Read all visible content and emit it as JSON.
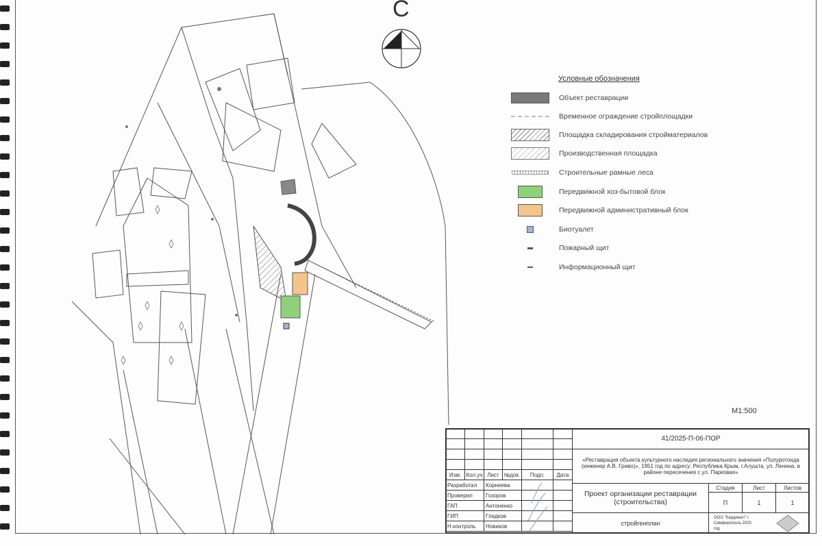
{
  "north_label": "С",
  "scale": "М1:500",
  "legend": {
    "title": "Условные обозначения",
    "items": [
      {
        "label": "Объект реставрации",
        "symbol": "dark-fill",
        "color": "#7a7a7e"
      },
      {
        "label": "Временное ограждение стройплощадки",
        "symbol": "dashed-line",
        "color": "#bbbbbb"
      },
      {
        "label": "Площадка складирования стройматериалов",
        "symbol": "hatch",
        "color": "#888888"
      },
      {
        "label": "Производственная площадка",
        "symbol": "light-hatch",
        "color": "#bbbbbb"
      },
      {
        "label": "Строительные рамные леса",
        "symbol": "scaffold-line",
        "color": "#999999"
      },
      {
        "label": "Передвижной хоз-бытовой блок",
        "symbol": "fill",
        "color": "#8fd07a"
      },
      {
        "label": "Передвижной административный блок",
        "symbol": "fill",
        "color": "#f3c58a"
      },
      {
        "label": "Биотуалет",
        "symbol": "small-square",
        "color": "#9db8d0"
      },
      {
        "label": "Пожарный щит",
        "symbol": "bar-thick",
        "color": "#555555"
      },
      {
        "label": "Информационный щит",
        "symbol": "bar-thin",
        "color": "#555555"
      }
    ]
  },
  "title_block": {
    "code": "41/2025-П-06-ПОР",
    "object_title": "«Реставрация объекта культурного наследия регионального значения «Полуротонда (инженер А.В. Гриво)», 1951 год по адресу: Республика Крым, г.Алушта, ул. Ленина, в районе пересечения с ул. Парковая»",
    "headers": [
      "Изм.",
      "Кол.уч",
      "Лист",
      "№док.",
      "Подп.",
      "Дата"
    ],
    "roles": [
      {
        "role": "Разработал",
        "name": "Корнеева"
      },
      {
        "role": "Проверил",
        "name": "Гозоров"
      },
      {
        "role": "ГАП",
        "name": "Антоненко"
      },
      {
        "role": "ГИП",
        "name": "Гладков"
      },
      {
        "role": "Н.контроль",
        "name": "Новиков"
      }
    ],
    "project_name": "Проект организации реставрации (строительства)",
    "stage_header": "Стадия",
    "sheet_header": "Лист",
    "sheets_header": "Листов",
    "stage": "П",
    "sheet": "1",
    "sheets": "1",
    "drawing_name": "стройгенплан",
    "company": "ООО \"Кардинал\" г. Симферополь 2025 год"
  }
}
